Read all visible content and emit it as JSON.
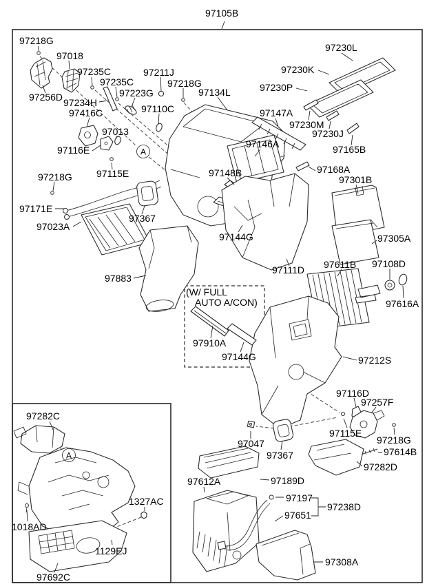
{
  "diagram": {
    "doc_type": "exploded-parts-diagram",
    "subject": "heater and evaporator unit",
    "colors": {
      "ink": "#000000",
      "background": "#ffffff"
    },
    "note_box": {
      "line1": "(W/ FULL",
      "line2": "AUTO A/CON)"
    },
    "view_markers": [
      {
        "label": "A"
      },
      {
        "label": "A"
      }
    ],
    "labels": [
      {
        "part": "97105B"
      },
      {
        "part": "97218G"
      },
      {
        "part": "97018"
      },
      {
        "part": "97256D"
      },
      {
        "part": "97235C"
      },
      {
        "part": "97235C"
      },
      {
        "part": "97234H"
      },
      {
        "part": "97416C"
      },
      {
        "part": "97223G"
      },
      {
        "part": "97211J"
      },
      {
        "part": "97218G"
      },
      {
        "part": "97110C"
      },
      {
        "part": "97013"
      },
      {
        "part": "97116E"
      },
      {
        "part": "97134L"
      },
      {
        "part": "97115E"
      },
      {
        "part": "97218G"
      },
      {
        "part": "97171E"
      },
      {
        "part": "97023A"
      },
      {
        "part": "97367"
      },
      {
        "part": "97883"
      },
      {
        "part": "97147A"
      },
      {
        "part": "97146A"
      },
      {
        "part": "97230L"
      },
      {
        "part": "97230K"
      },
      {
        "part": "97230P"
      },
      {
        "part": "97230M"
      },
      {
        "part": "97230J"
      },
      {
        "part": "97165B"
      },
      {
        "part": "97148B"
      },
      {
        "part": "97168A"
      },
      {
        "part": "97301B"
      },
      {
        "part": "97305A"
      },
      {
        "part": "97144G"
      },
      {
        "part": "97111D"
      },
      {
        "part": "97611B"
      },
      {
        "part": "97108D"
      },
      {
        "part": "97616A"
      },
      {
        "part": "97212S"
      },
      {
        "part": "97910A"
      },
      {
        "part": "97144G"
      },
      {
        "part": "97116D"
      },
      {
        "part": "97257F"
      },
      {
        "part": "97115E"
      },
      {
        "part": "97218G"
      },
      {
        "part": "97614B"
      },
      {
        "part": "97282D"
      },
      {
        "part": "97047"
      },
      {
        "part": "97367"
      },
      {
        "part": "97612A"
      },
      {
        "part": "97189D"
      },
      {
        "part": "97197"
      },
      {
        "part": "97651"
      },
      {
        "part": "97238D"
      },
      {
        "part": "97308A"
      },
      {
        "part": "97282C"
      },
      {
        "part": "1327AC"
      },
      {
        "part": "1018AD"
      },
      {
        "part": "1129EJ"
      },
      {
        "part": "97692C"
      }
    ]
  }
}
